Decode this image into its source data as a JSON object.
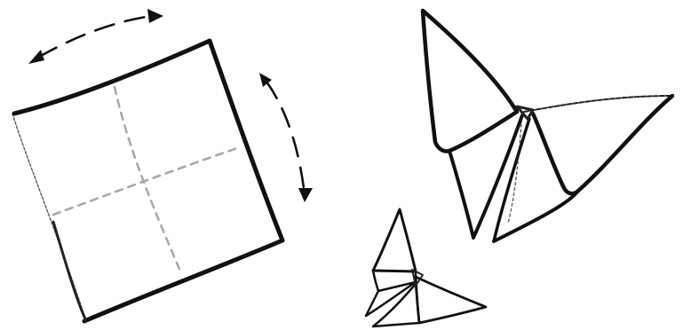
{
  "diagram": {
    "figures": [
      {
        "name": "square-paper",
        "creases": 2
      },
      {
        "name": "butterfly-large",
        "wings": 4
      },
      {
        "name": "butterfly-small",
        "wings": 4
      }
    ],
    "fold_arrows": [
      "top",
      "right"
    ],
    "colors": {
      "outline": "#111111",
      "crease": "#a8a8a8",
      "background": "#ffffff"
    }
  }
}
